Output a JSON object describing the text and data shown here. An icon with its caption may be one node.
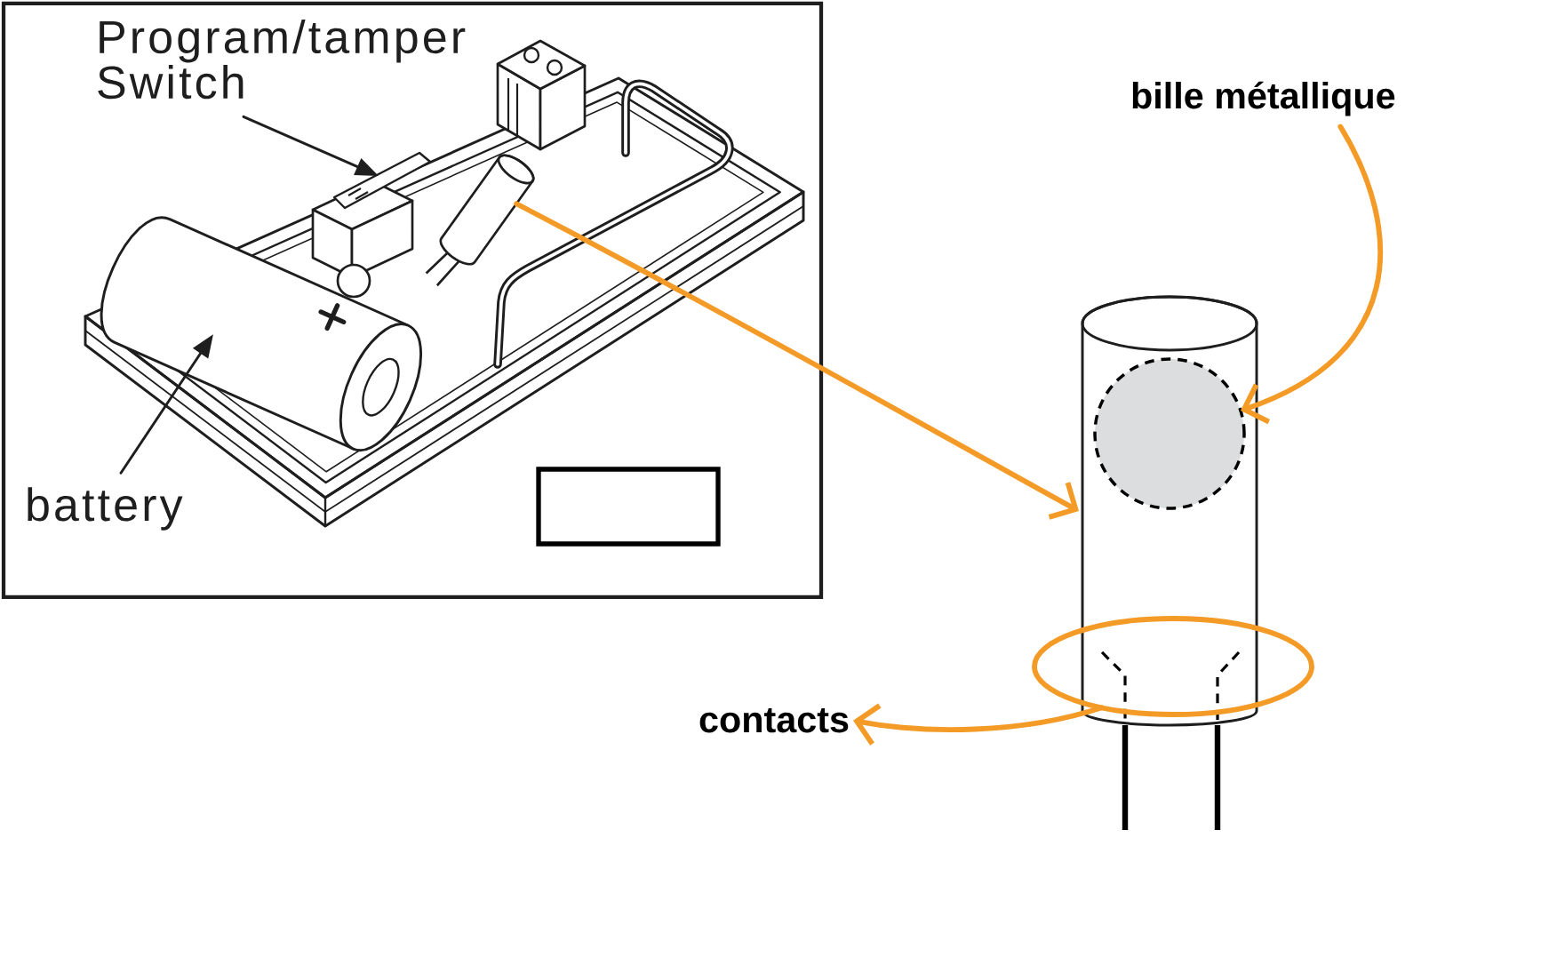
{
  "diagram": {
    "nodes": [
      {
        "text": [],
        "shape": "picture"
      },
      {
        "text": [
          "Program/tamper Switch"
        ],
        "in": 0
      },
      {
        "text": [],
        "shape": "cylinder",
        "in": 0
      },
      {
        "text": [
          "battery"
        ],
        "in": 0
      },
      {
        "text": [],
        "shape": "box",
        "in": 0
      },
      {
        "text": [
          "bille métallique"
        ]
      },
      {
        "text": [],
        "shape": "cylinder"
      },
      {
        "text": [],
        "shape": "circle",
        "in": 6
      },
      {
        "text": [],
        "shape": "ellipse"
      },
      {
        "text": [
          "contacts"
        ]
      }
    ],
    "edges": [
      {
        "from": 1,
        "to": null,
        "arrow": "to",
        "color": "#1e1e1e"
      },
      {
        "from": 3,
        "to": null,
        "arrow": "to",
        "color": "#1e1e1e"
      },
      {
        "from": 2,
        "to": 6,
        "arrow": "to",
        "color": "#f39b26"
      },
      {
        "from": 5,
        "to": 7,
        "arrow": "to",
        "color": "#f39b26"
      },
      {
        "from": 8,
        "to": 9,
        "arrow": "to",
        "color": "#f39b26"
      }
    ]
  }
}
